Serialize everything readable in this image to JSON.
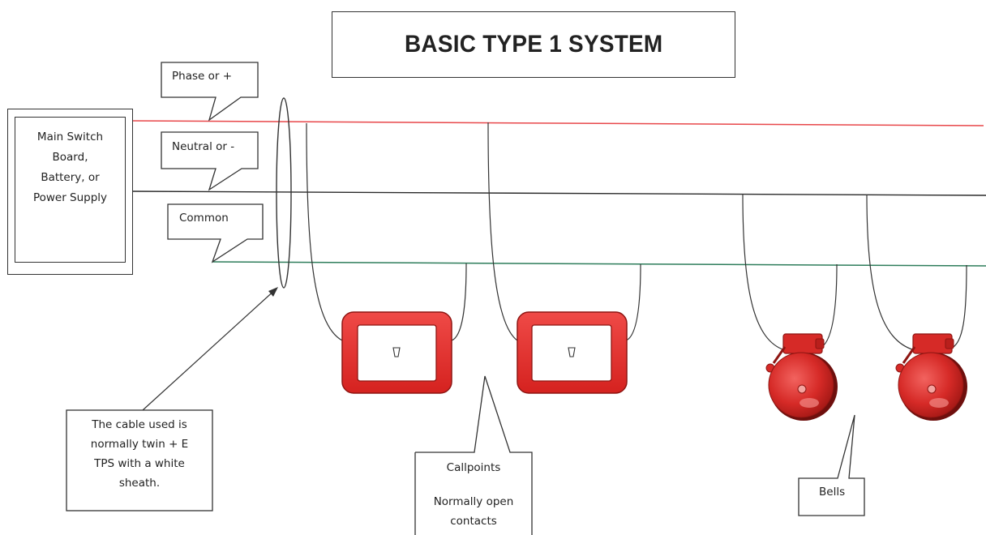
{
  "title": "BASIC TYPE 1 SYSTEM",
  "power_supply": {
    "lines": [
      "Main Switch",
      "Board,",
      "Battery, or",
      "Power Supply"
    ]
  },
  "callouts": {
    "phase": "Phase or  +",
    "neutral": "Neutral or -",
    "common": "Common"
  },
  "cable_note": {
    "lines": [
      "The cable used is",
      "normally twin + E",
      "TPS with a white",
      "sheath."
    ]
  },
  "callpoints_note": {
    "title": "Callpoints",
    "lines": [
      "Normally open",
      "contacts"
    ]
  },
  "bells_note": "Bells",
  "colors": {
    "phase_wire": "#e8474a",
    "neutral_wire": "#2a2a2a",
    "common_wire": "#2e7d5b",
    "device_red": "#e53935",
    "device_dark": "#8e1512"
  },
  "icons": {
    "callpoint": "callpoint-icon",
    "bell": "bell-icon"
  }
}
